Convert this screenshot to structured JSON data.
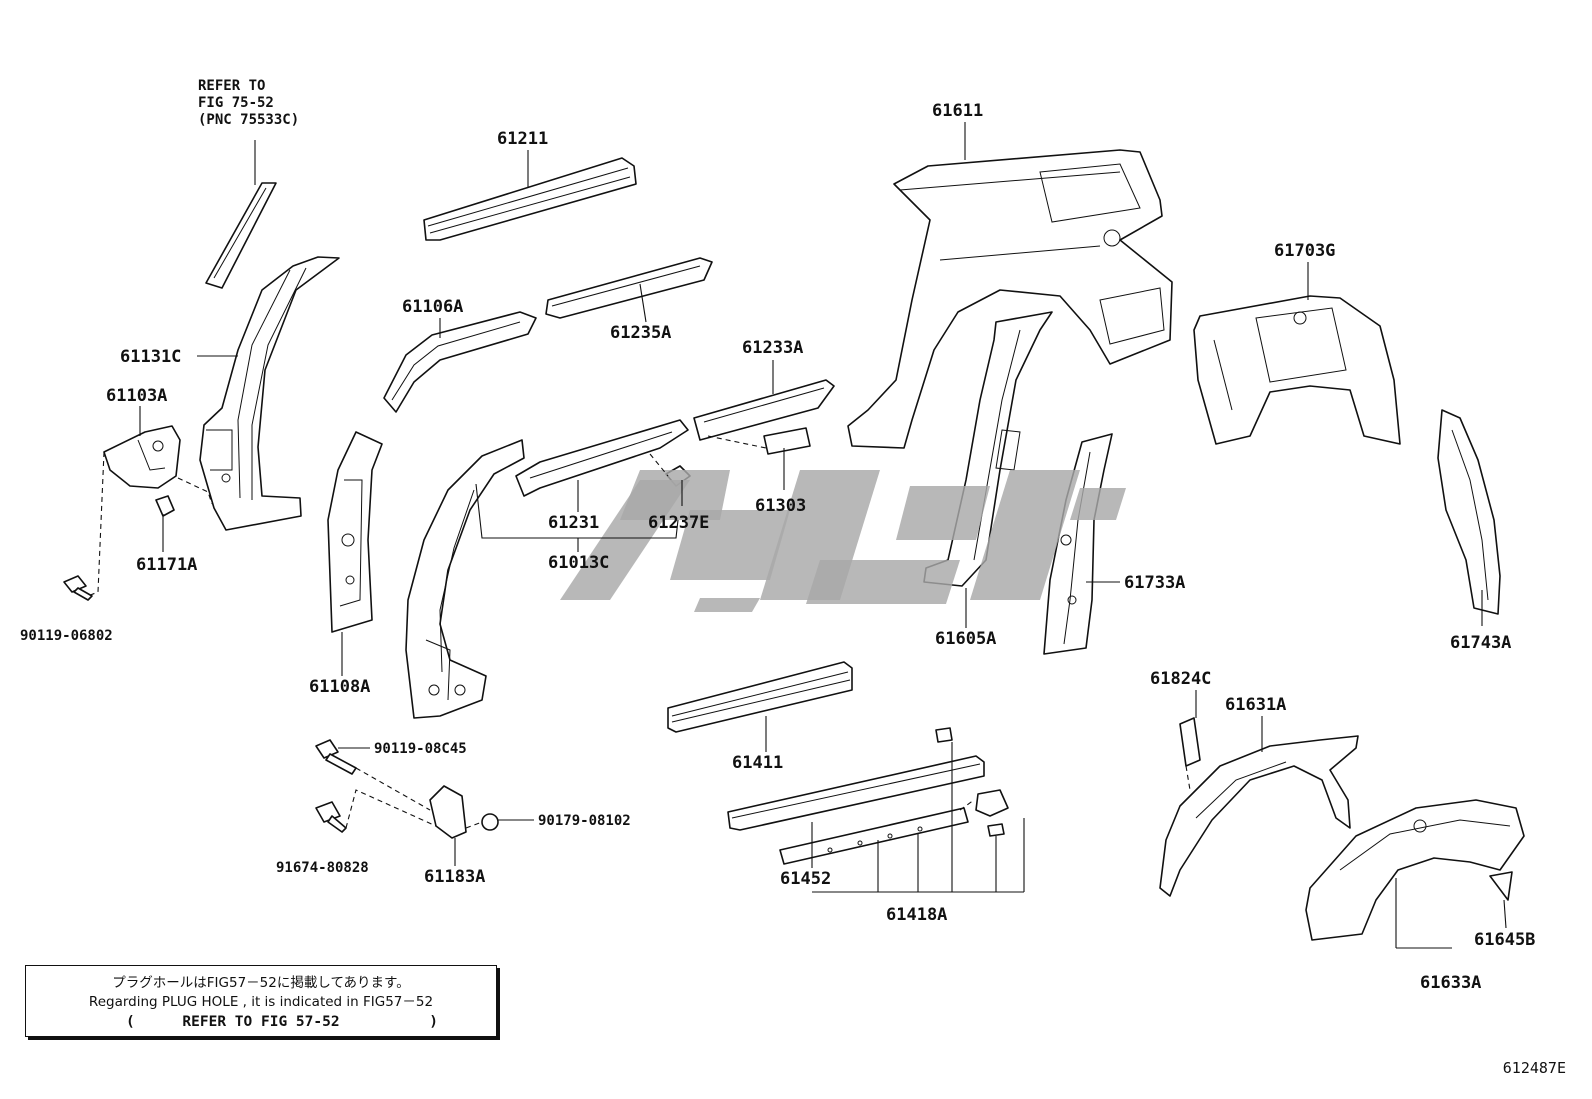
{
  "diagram": {
    "refer_note": [
      "REFER TO",
      "FIG 75-52",
      "(PNC 75533C)"
    ],
    "parts": {
      "p61211": "61211",
      "p61611": "61611",
      "p61106A": "61106A",
      "p61235A": "61235A",
      "p61703G": "61703G",
      "p61131C": "61131C",
      "p61233A": "61233A",
      "p61103A": "61103A",
      "p61303": "61303",
      "p61231": "61231",
      "p61237E": "61237E",
      "p61013C": "61013C",
      "p61171A": "61171A",
      "p61733A": "61733A",
      "p90119_06802": "90119-06802",
      "p61605A": "61605A",
      "p61743A": "61743A",
      "p61108A": "61108A",
      "p61824C": "61824C",
      "p61631A": "61631A",
      "p90119_08C45": "90119-08C45",
      "p61411": "61411",
      "p90179_08102": "90179-08102",
      "p91674_80828": "91674-80828",
      "p61183A": "61183A",
      "p61452": "61452",
      "p61418A": "61418A",
      "p61645B": "61645B",
      "p61633A": "61633A"
    }
  },
  "note": {
    "line1": "プラグホールはFIG57－52に掲載してあります。",
    "line2": "Regarding  PLUG HOLE , it is indicated in FIG57－52",
    "open_paren": "(",
    "line3": "REFER TO FIG 57-52",
    "close_paren": ")"
  },
  "figure_code": "612487E"
}
